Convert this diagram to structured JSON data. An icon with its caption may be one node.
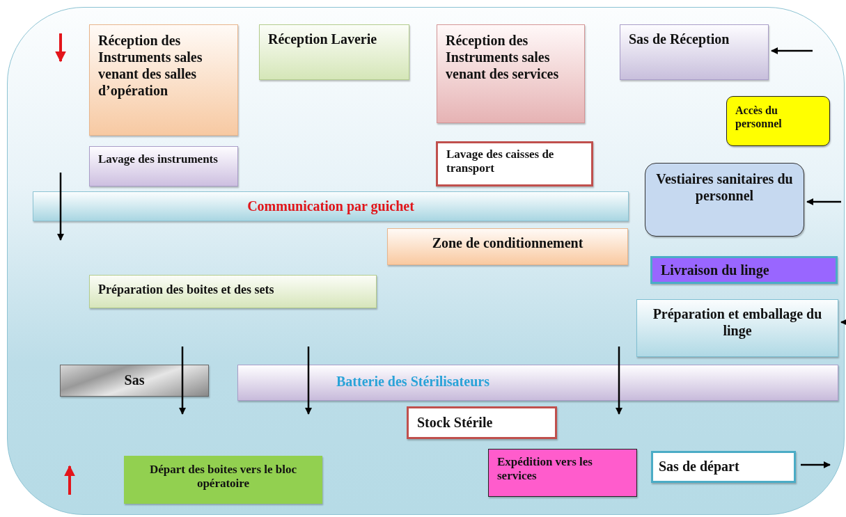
{
  "diagram": {
    "nodes": [
      {
        "text": [
          "Réception des Instruments sales venant des salles d’opération"
        ]
      },
      {
        "text": [
          "Réception Laverie"
        ]
      },
      {
        "text": [
          "Réception des Instruments sales venant des services"
        ]
      },
      {
        "text": [
          "Sas de Réception"
        ]
      },
      {
        "text": [
          "Accès du personnel"
        ]
      },
      {
        "text": [
          "Lavage des instruments"
        ]
      },
      {
        "text": [
          "Lavage des caisses de transport"
        ]
      },
      {
        "text": [
          "Vestiaires sanitaires du personnel"
        ]
      },
      {
        "text": [
          "Communication par guichet"
        ]
      },
      {
        "text": [
          "Zone de conditionnement"
        ]
      },
      {
        "text": [
          "Livraison du linge"
        ]
      },
      {
        "text": [
          "Préparation des boites et des sets"
        ]
      },
      {
        "text": [
          "Préparation et emballage du linge"
        ]
      },
      {
        "text": [
          "Sas"
        ]
      },
      {
        "text": [
          "Batterie des Stérilisateurs"
        ]
      },
      {
        "text": [
          "Stock Stérile"
        ]
      },
      {
        "text": [
          "Départ des boites vers le bloc opératoire"
        ]
      },
      {
        "text": [
          "Expédition vers les services"
        ]
      },
      {
        "text": [
          "Sas de départ"
        ]
      }
    ],
    "edges": [
      {
        "from": null,
        "to": 3,
        "arrow": "to"
      },
      {
        "from": null,
        "to": 7,
        "arrow": "to"
      },
      {
        "from": null,
        "to": 12,
        "arrow": "to"
      },
      {
        "from": 18,
        "to": null,
        "arrow": "to"
      }
    ]
  }
}
